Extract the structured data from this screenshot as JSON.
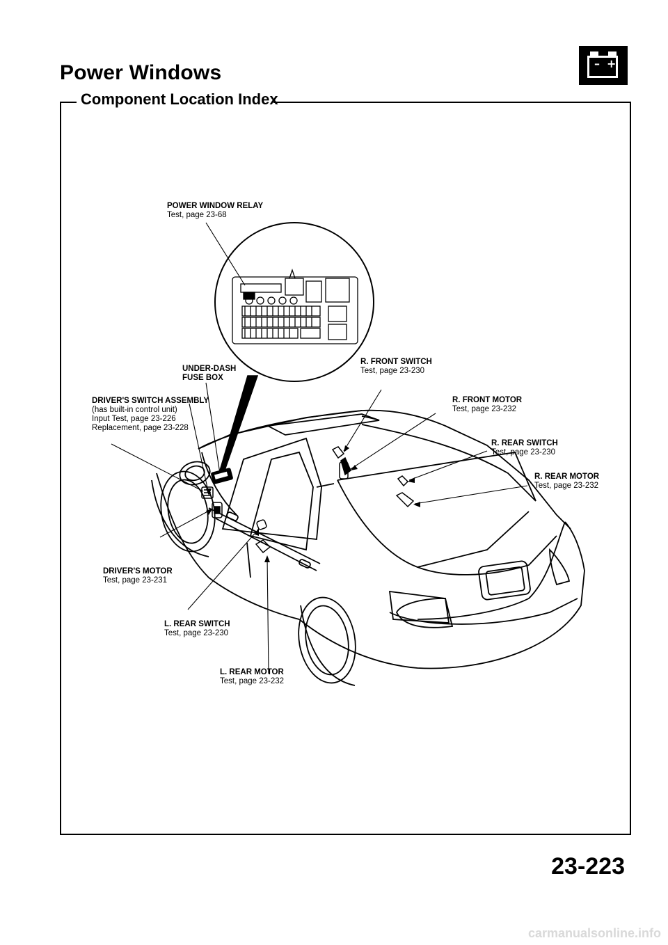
{
  "header": {
    "title": "Power Windows",
    "subtitle": "Component Location Index",
    "battery_icon": "battery-icon"
  },
  "labels": {
    "relay": {
      "name": "POWER WINDOW RELAY",
      "line1": "Test, page 23-68"
    },
    "fusebox": {
      "name1": "UNDER-DASH",
      "name2": "FUSE BOX"
    },
    "driver_switch": {
      "name": "DRIVER'S SWITCH ASSEMBLY",
      "line1": "(has built-in control unit)",
      "line2": "Input Test, page 23-226",
      "line3": "Replacement, page 23-228"
    },
    "r_front_switch": {
      "name": "R. FRONT SWITCH",
      "line1": "Test, page 23-230"
    },
    "r_front_motor": {
      "name": "R. FRONT MOTOR",
      "line1": "Test, page 23-232"
    },
    "r_rear_switch": {
      "name": "R. REAR SWITCH",
      "line1": "Test, page 23-230"
    },
    "r_rear_motor": {
      "name": "R. REAR MOTOR",
      "line1": "Test, page 23-232"
    },
    "driver_motor": {
      "name": "DRIVER'S MOTOR",
      "line1": "Test, page 23-231"
    },
    "l_rear_switch": {
      "name": "L. REAR SWITCH",
      "line1": "Test, page 23-230"
    },
    "l_rear_motor": {
      "name": "L. REAR MOTOR",
      "line1": "Test, page 23-232"
    }
  },
  "page_number": "23-223",
  "footer": "carmanualsonline.info"
}
